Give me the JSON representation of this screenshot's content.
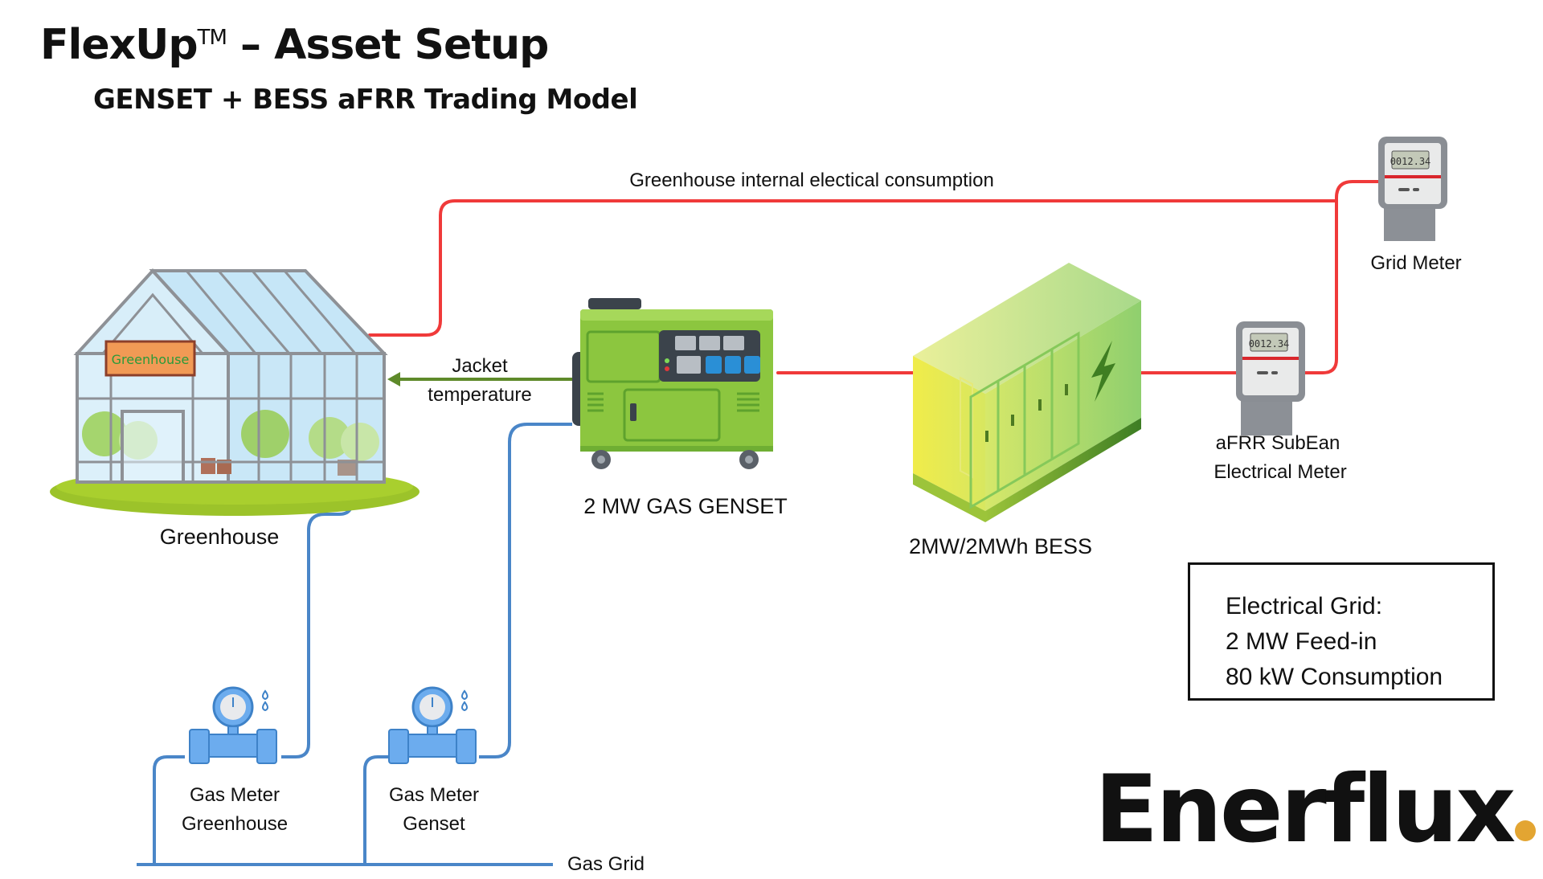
{
  "header": {
    "title_main": "FlexUp",
    "title_tm": "TM",
    "title_rest": " – Asset Setup",
    "subtitle": "GENSET + BESS aFRR Trading Model"
  },
  "connections": {
    "greenhouse_consumption_label": "Greenhouse internal electical consumption",
    "jacket_label_line1": "Jacket",
    "jacket_label_line2": "temperature",
    "gas_grid_label": "Gas Grid"
  },
  "assets": {
    "greenhouse": {
      "label": "Greenhouse",
      "sign_text": "Greenhouse"
    },
    "genset": {
      "label": "2 MW GAS GENSET"
    },
    "bess": {
      "label": "2MW/2MWh BESS"
    },
    "grid_meter": {
      "label": "Grid Meter",
      "display": "0012.34"
    },
    "afrr_meter": {
      "label_line1": "aFRR SubEan",
      "label_line2": "Electrical Meter",
      "display": "0012.34"
    },
    "gas_meter_greenhouse": {
      "label_line1": "Gas Meter",
      "label_line2": "Greenhouse"
    },
    "gas_meter_genset": {
      "label_line1": "Gas Meter",
      "label_line2": "Genset"
    }
  },
  "info_box": {
    "line1": "Electrical Grid:",
    "line2": "2 MW Feed-in",
    "line3": "80 kW Consumption"
  },
  "logo": {
    "text": "Enerflux",
    "dot_color": "#E3A532"
  },
  "colors": {
    "electric_line": "#F03A3A",
    "gas_line": "#4A86C8",
    "heat_line": "#5E8A2A",
    "genset_green": "#8CC63F",
    "meter_blue": "#6CAEF0"
  }
}
